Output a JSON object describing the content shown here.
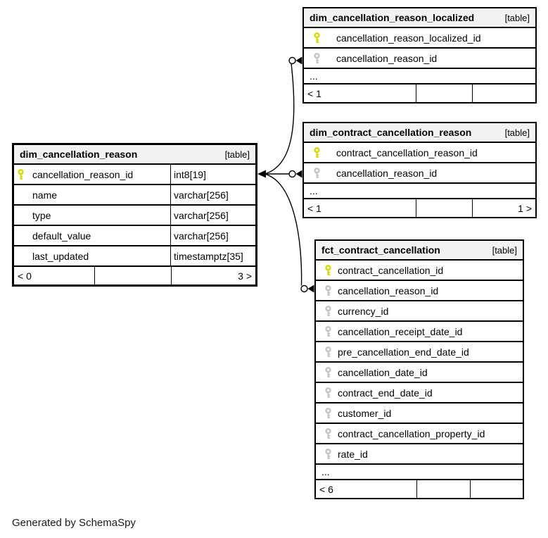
{
  "diagram": {
    "credit": "Generated by SchemaSpy",
    "colors": {
      "primary_key": "#d6d600",
      "foreign_key": "#c4c4c4",
      "header_bg": "#f2f2f2",
      "border": "#000000",
      "background": "#ffffff"
    }
  },
  "tables": [
    {
      "name": "dim_cancellation_reason",
      "tag": "[table]",
      "columns": [
        {
          "name": "cancellation_reason_id",
          "type": "int8[19]",
          "key": "pk"
        },
        {
          "name": "name",
          "type": "varchar[256]",
          "key": ""
        },
        {
          "name": "type",
          "type": "varchar[256]",
          "key": ""
        },
        {
          "name": "default_value",
          "type": "varchar[256]",
          "key": ""
        },
        {
          "name": "last_updated",
          "type": "timestamptz[35]",
          "key": ""
        }
      ],
      "footer": {
        "left": "< 0",
        "mid": "",
        "right": "3 >"
      }
    },
    {
      "name": "dim_cancellation_reason_localized",
      "tag": "[table]",
      "columns": [
        {
          "name": "cancellation_reason_localized_id",
          "key": "pk"
        },
        {
          "name": "cancellation_reason_id",
          "key": "fk"
        }
      ],
      "ellipsis": "...",
      "footer": {
        "left": "< 1",
        "mid": "",
        "right": ""
      }
    },
    {
      "name": "dim_contract_cancellation_reason",
      "tag": "[table]",
      "columns": [
        {
          "name": "contract_cancellation_reason_id",
          "key": "pk"
        },
        {
          "name": "cancellation_reason_id",
          "key": "fk"
        }
      ],
      "ellipsis": "...",
      "footer": {
        "left": "< 1",
        "mid": "",
        "right": "1 >"
      }
    },
    {
      "name": "fct_contract_cancellation",
      "tag": "[table]",
      "columns": [
        {
          "name": "contract_cancellation_id",
          "key": "pk"
        },
        {
          "name": "cancellation_reason_id",
          "key": "fk"
        },
        {
          "name": "currency_id",
          "key": "fk"
        },
        {
          "name": "cancellation_receipt_date_id",
          "key": "fk"
        },
        {
          "name": "pre_cancellation_end_date_id",
          "key": "fk"
        },
        {
          "name": "cancellation_date_id",
          "key": "fk"
        },
        {
          "name": "contract_end_date_id",
          "key": "fk"
        },
        {
          "name": "customer_id",
          "key": "fk"
        },
        {
          "name": "contract_cancellation_property_id",
          "key": "fk"
        },
        {
          "name": "rate_id",
          "key": "fk"
        }
      ],
      "ellipsis": "...",
      "footer": {
        "left": "< 6",
        "mid": "",
        "right": ""
      }
    }
  ],
  "relationships": [
    {
      "from": "dim_cancellation_reason.cancellation_reason_id",
      "to": "dim_cancellation_reason_localized.cancellation_reason_id"
    },
    {
      "from": "dim_cancellation_reason.cancellation_reason_id",
      "to": "dim_contract_cancellation_reason.cancellation_reason_id"
    },
    {
      "from": "dim_cancellation_reason.cancellation_reason_id",
      "to": "fct_contract_cancellation.cancellation_reason_id"
    }
  ]
}
